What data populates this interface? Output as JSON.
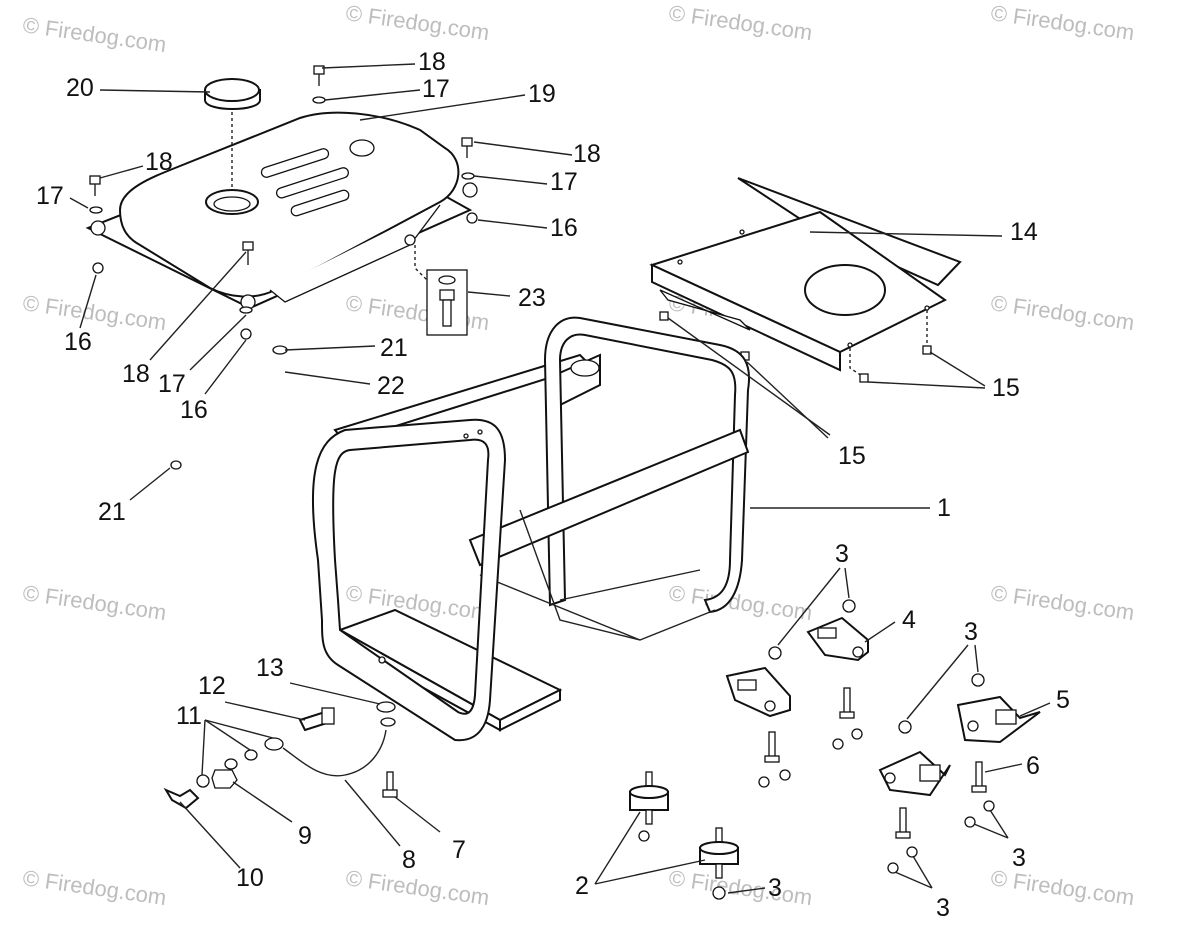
{
  "watermark": "© Firedog.com",
  "callouts": [
    {
      "id": "c20",
      "label": "20"
    },
    {
      "id": "c18a",
      "label": "18"
    },
    {
      "id": "c17a",
      "label": "17"
    },
    {
      "id": "c19",
      "label": "19"
    },
    {
      "id": "c18b",
      "label": "18"
    },
    {
      "id": "c17b",
      "label": "17"
    },
    {
      "id": "c18c",
      "label": "18"
    },
    {
      "id": "c17c",
      "label": "17"
    },
    {
      "id": "c16a",
      "label": "16"
    },
    {
      "id": "c14",
      "label": "14"
    },
    {
      "id": "c23",
      "label": "23"
    },
    {
      "id": "c16b",
      "label": "16"
    },
    {
      "id": "c18d",
      "label": "18"
    },
    {
      "id": "c17d",
      "label": "17"
    },
    {
      "id": "c16c",
      "label": "16"
    },
    {
      "id": "c21a",
      "label": "21"
    },
    {
      "id": "c22",
      "label": "22"
    },
    {
      "id": "c15a",
      "label": "15"
    },
    {
      "id": "c15b",
      "label": "15"
    },
    {
      "id": "c21b",
      "label": "21"
    },
    {
      "id": "c1",
      "label": "1"
    },
    {
      "id": "c3a",
      "label": "3"
    },
    {
      "id": "c4",
      "label": "4"
    },
    {
      "id": "c3b",
      "label": "3"
    },
    {
      "id": "c5",
      "label": "5"
    },
    {
      "id": "c13",
      "label": "13"
    },
    {
      "id": "c12",
      "label": "12"
    },
    {
      "id": "c11",
      "label": "11"
    },
    {
      "id": "c6",
      "label": "6"
    },
    {
      "id": "c7",
      "label": "7"
    },
    {
      "id": "c9",
      "label": "9"
    },
    {
      "id": "c8",
      "label": "8"
    },
    {
      "id": "c3c",
      "label": "3"
    },
    {
      "id": "c10",
      "label": "10"
    },
    {
      "id": "c2",
      "label": "2"
    },
    {
      "id": "c3d",
      "label": "3"
    },
    {
      "id": "c3e",
      "label": "3"
    }
  ]
}
